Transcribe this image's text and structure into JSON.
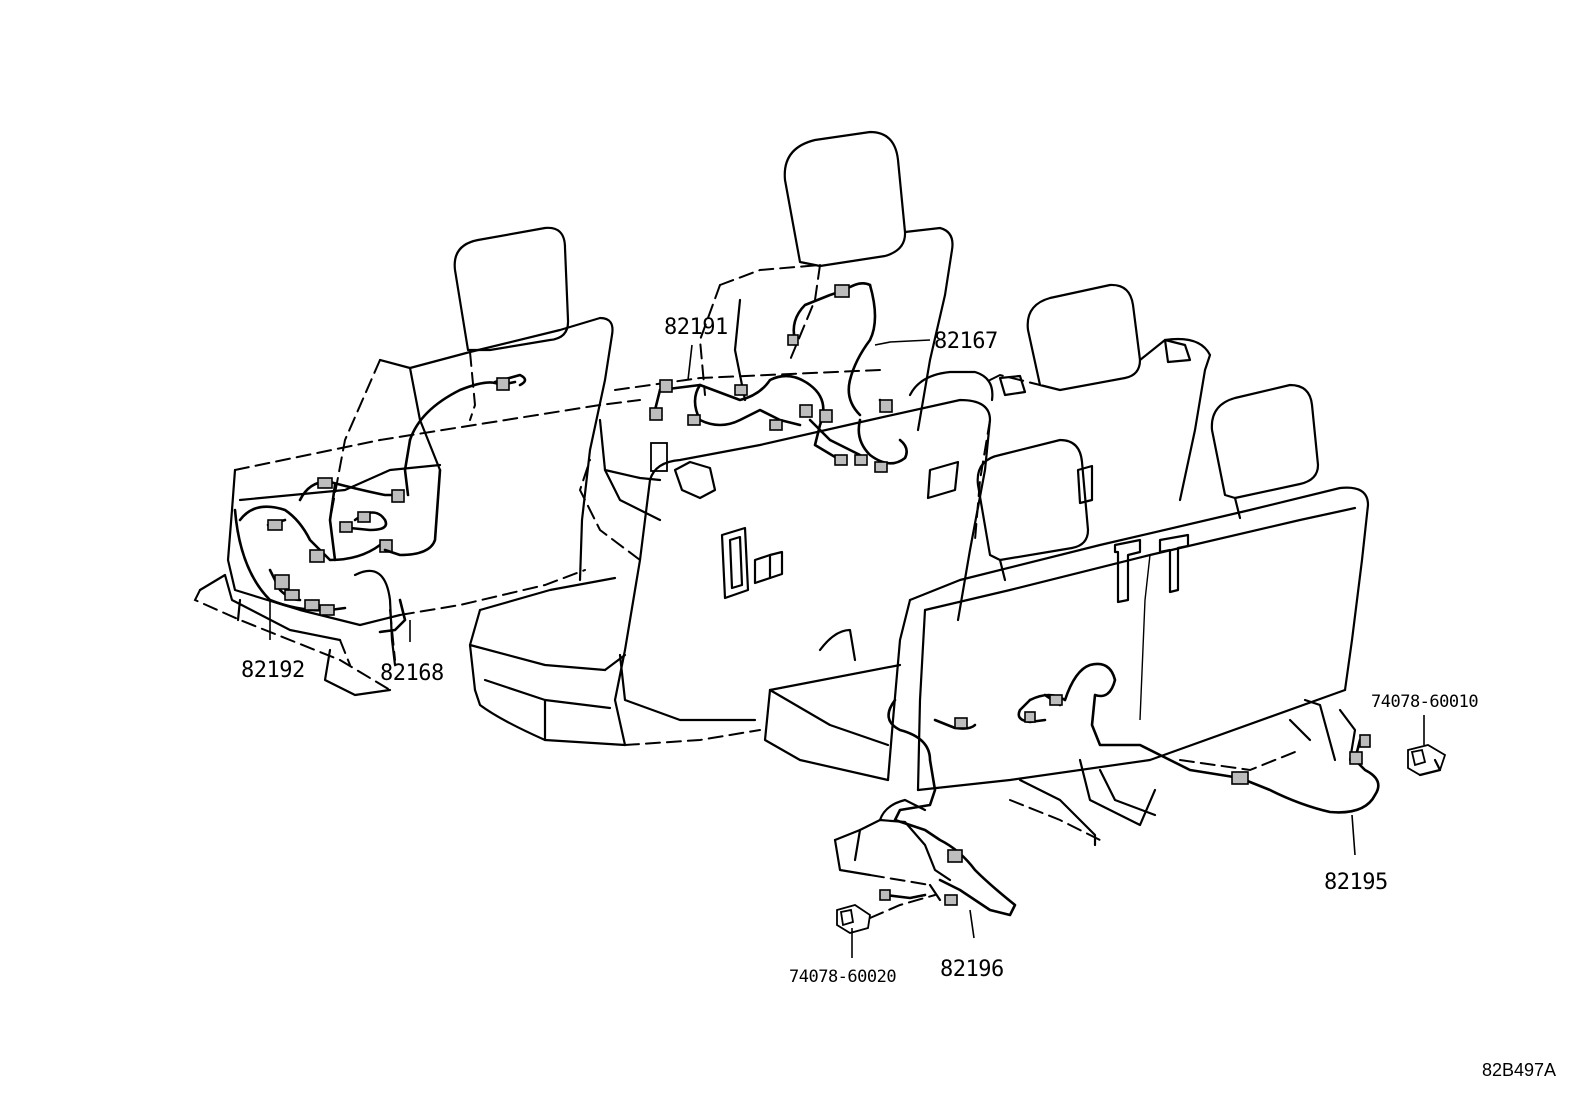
{
  "diagram_code": "82B497A",
  "parts": {
    "p82191": "82191",
    "p82167": "82167",
    "p82192": "82192",
    "p82168": "82168",
    "p74078_60010": "74078-60010",
    "p82195": "82195",
    "p74078_60020": "74078-60020",
    "p82196": "82196"
  }
}
